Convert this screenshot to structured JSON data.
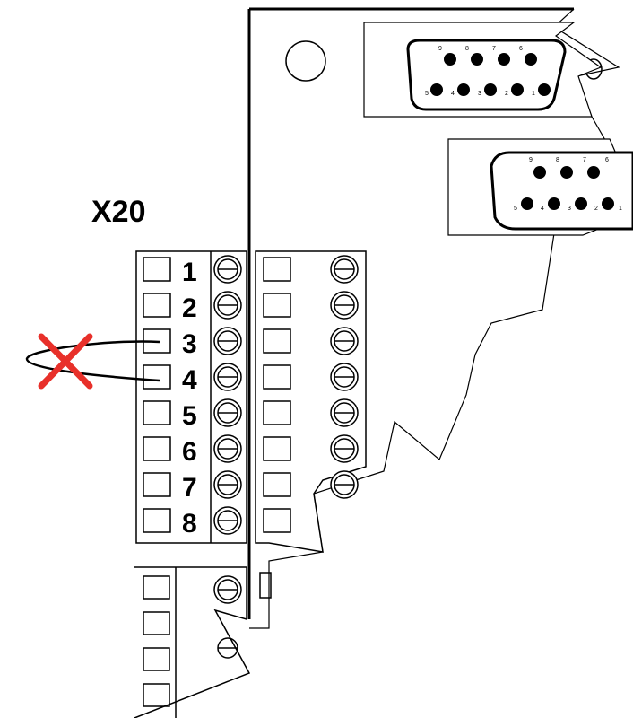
{
  "diagram": {
    "terminal_label": "X20",
    "terminal_numbers": [
      "1",
      "2",
      "3",
      "4",
      "5",
      "6",
      "7",
      "8"
    ],
    "connector_top_pins": {
      "row1": [
        "9",
        "8",
        "7",
        "6"
      ],
      "row2": [
        "5",
        "4",
        "3",
        "2",
        "1"
      ]
    },
    "connector_bottom_pins": {
      "row1": [
        "9",
        "8",
        "7",
        "6"
      ],
      "row2": [
        "5",
        "4",
        "3",
        "2",
        "1"
      ]
    },
    "colors": {
      "line": "#000000",
      "cross": "#e8302a",
      "background": "#ffffff"
    }
  }
}
